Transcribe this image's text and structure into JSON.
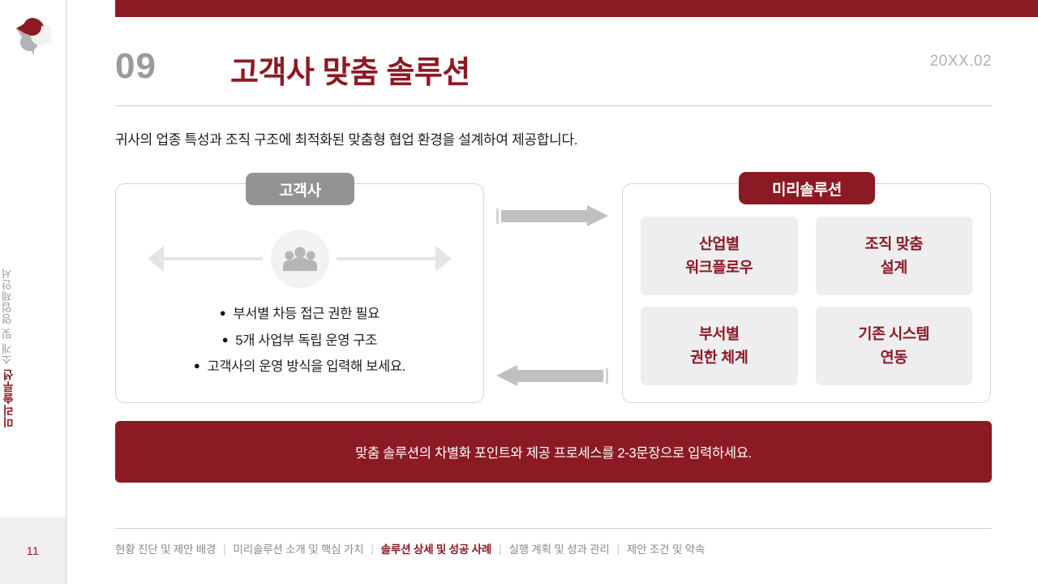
{
  "brand": {
    "accent": "#8C1A24",
    "gray": "#939393",
    "logo_icon": "pinwheel-logo-icon"
  },
  "rail": {
    "vertical_title_strong": "미리솔루션",
    "vertical_title_rest": " 소개 및 영업제안서",
    "page_number": "11"
  },
  "header": {
    "section_number": "09",
    "title": "고객사 맞춤 솔루션",
    "date": "20XX.02"
  },
  "subtitle": "귀사의 업종 특성과 조직 구조에 최적화된 맞춤형 협업 환경을 설계하여 제공합니다.",
  "left_panel": {
    "badge": "고객사",
    "icon": "people-group-icon",
    "bullets": [
      "부서별 차등 접근 권한 필요",
      "5개 사업부 독립 운영 구조",
      "고객사의 운영 방식을 입력해 보세요."
    ]
  },
  "connectors": {
    "top_arrow": "arrow-right-icon",
    "bottom_arrow": "arrow-left-icon"
  },
  "right_panel": {
    "badge": "미리솔루션",
    "cards": [
      {
        "line1": "산업별",
        "line2": "워크플로우"
      },
      {
        "line1": "조직 맞춤",
        "line2": "설계"
      },
      {
        "line1": "부서별",
        "line2": "권한 체계"
      },
      {
        "line1": "기존 시스템",
        "line2": "연동"
      }
    ]
  },
  "banner": {
    "text": "맞춤 솔루션의 차별화 포인트와 제공 프로세스를 2-3문장으로 입력하세요."
  },
  "footer": {
    "items": [
      {
        "label": "현황 진단 및 제안 배경",
        "active": false
      },
      {
        "label": "미리솔루션 소개 및 핵심 가치",
        "active": false
      },
      {
        "label": "솔루션 상세 및 성공 사례",
        "active": true
      },
      {
        "label": "실행 계획 및 성과 관리",
        "active": false
      },
      {
        "label": "제안 조건 및 약속",
        "active": false
      }
    ],
    "separator": "|"
  }
}
